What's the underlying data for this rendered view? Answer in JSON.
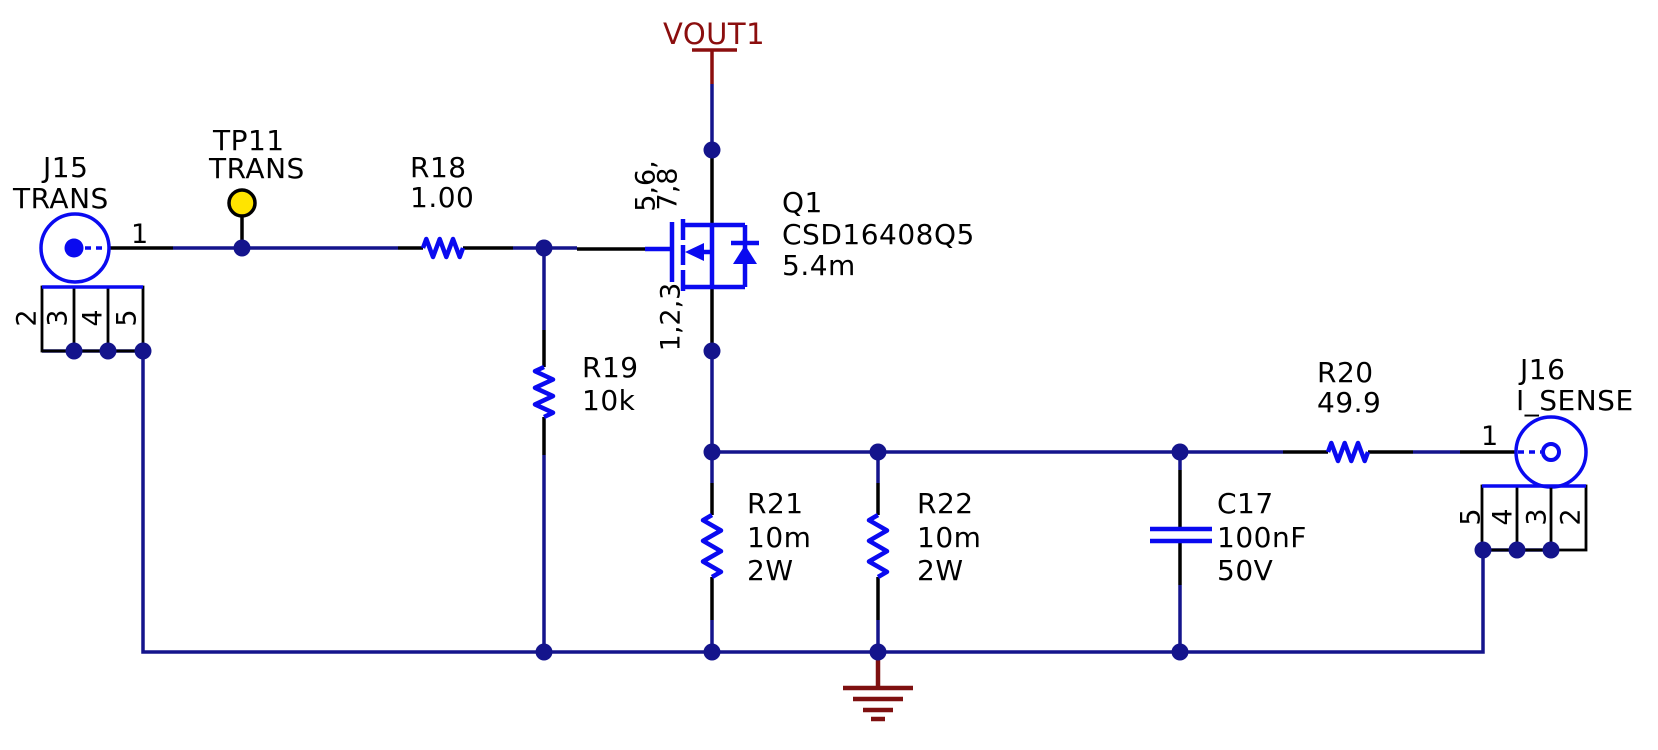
{
  "colors": {
    "wire": "#14148C",
    "symbol": "#0A0AF0",
    "pin": "#000000",
    "net": "#8B0E0E",
    "ground": "#7E1010",
    "testpoint": "#FFE400",
    "background": "#FFFFFF"
  },
  "nets": {
    "vout1": "VOUT1"
  },
  "components": {
    "J15": {
      "ref": "J15",
      "value": "TRANS",
      "pin1": "1",
      "pins": [
        "2",
        "3",
        "4",
        "5"
      ]
    },
    "TP11": {
      "ref": "TP11",
      "value": "TRANS"
    },
    "R18": {
      "ref": "R18",
      "value": "1.00"
    },
    "R19": {
      "ref": "R19",
      "value": "10k"
    },
    "Q1": {
      "ref": "Q1",
      "value": "CSD16408Q5",
      "rds_on": "5.4m",
      "drain_pins_line1": "5,6,",
      "drain_pins_line2": "7,8",
      "source_pins": "1,2,3"
    },
    "R21": {
      "ref": "R21",
      "value": "10m",
      "power": "2W"
    },
    "R22": {
      "ref": "R22",
      "value": "10m",
      "power": "2W"
    },
    "C17": {
      "ref": "C17",
      "value": "100nF",
      "voltage": "50V"
    },
    "R20": {
      "ref": "R20",
      "value": "49.9"
    },
    "J16": {
      "ref": "J16",
      "value": "I_SENSE",
      "pin1": "1",
      "pins": [
        "5",
        "4",
        "3",
        "2"
      ]
    }
  }
}
